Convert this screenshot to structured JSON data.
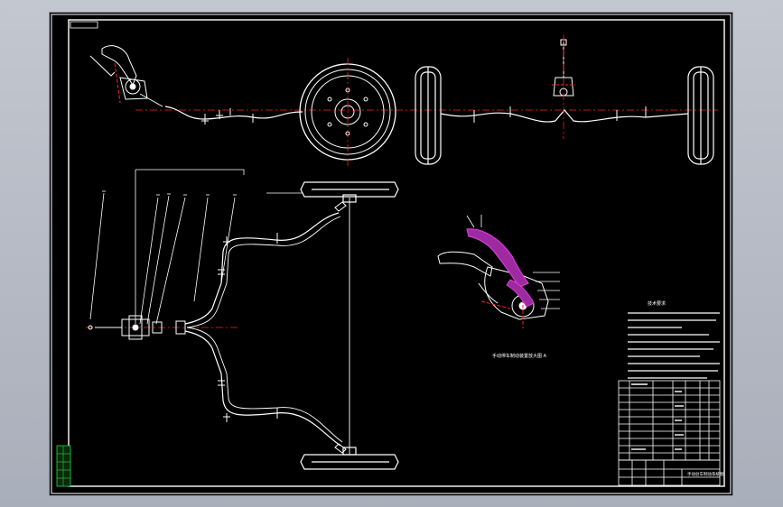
{
  "drawing": {
    "notes_heading": "技术要求",
    "detail_caption": "手动停车制动装置放大图 A",
    "title_block_name": "手动驻车制动系统图",
    "colors": {
      "background": "#000000",
      "lines": "#ffffff",
      "centerline": "#ff2020",
      "highlight": "#d83cd8",
      "stamp": "#2fd24a"
    }
  }
}
